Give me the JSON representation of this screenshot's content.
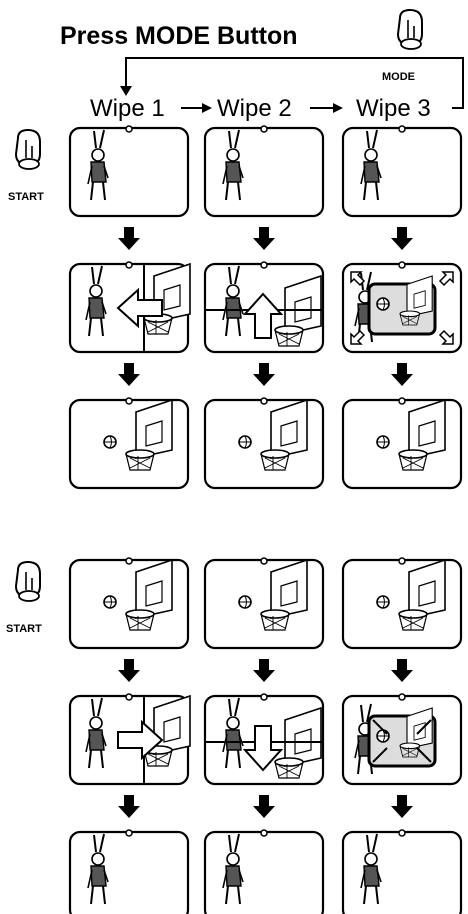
{
  "title": "Press MODE Button",
  "mode_label": "MODE",
  "start_label": "START",
  "wipes": [
    "Wipe 1",
    "Wipe 2",
    "Wipe 3"
  ],
  "sections": [
    {
      "name": "player-to-hoop",
      "rows": [
        [
          "player",
          "player",
          "player"
        ],
        [
          "slide-left",
          "slide-up",
          "expand-out"
        ],
        [
          "hoop",
          "hoop",
          "hoop"
        ]
      ]
    },
    {
      "name": "hoop-to-player",
      "rows": [
        [
          "hoop",
          "hoop",
          "hoop"
        ],
        [
          "slide-right",
          "slide-down",
          "shrink-in"
        ],
        [
          "player",
          "player",
          "player"
        ]
      ]
    }
  ],
  "icons": {
    "finger": "finger-press-icon",
    "arrow": "down-arrow-icon"
  }
}
